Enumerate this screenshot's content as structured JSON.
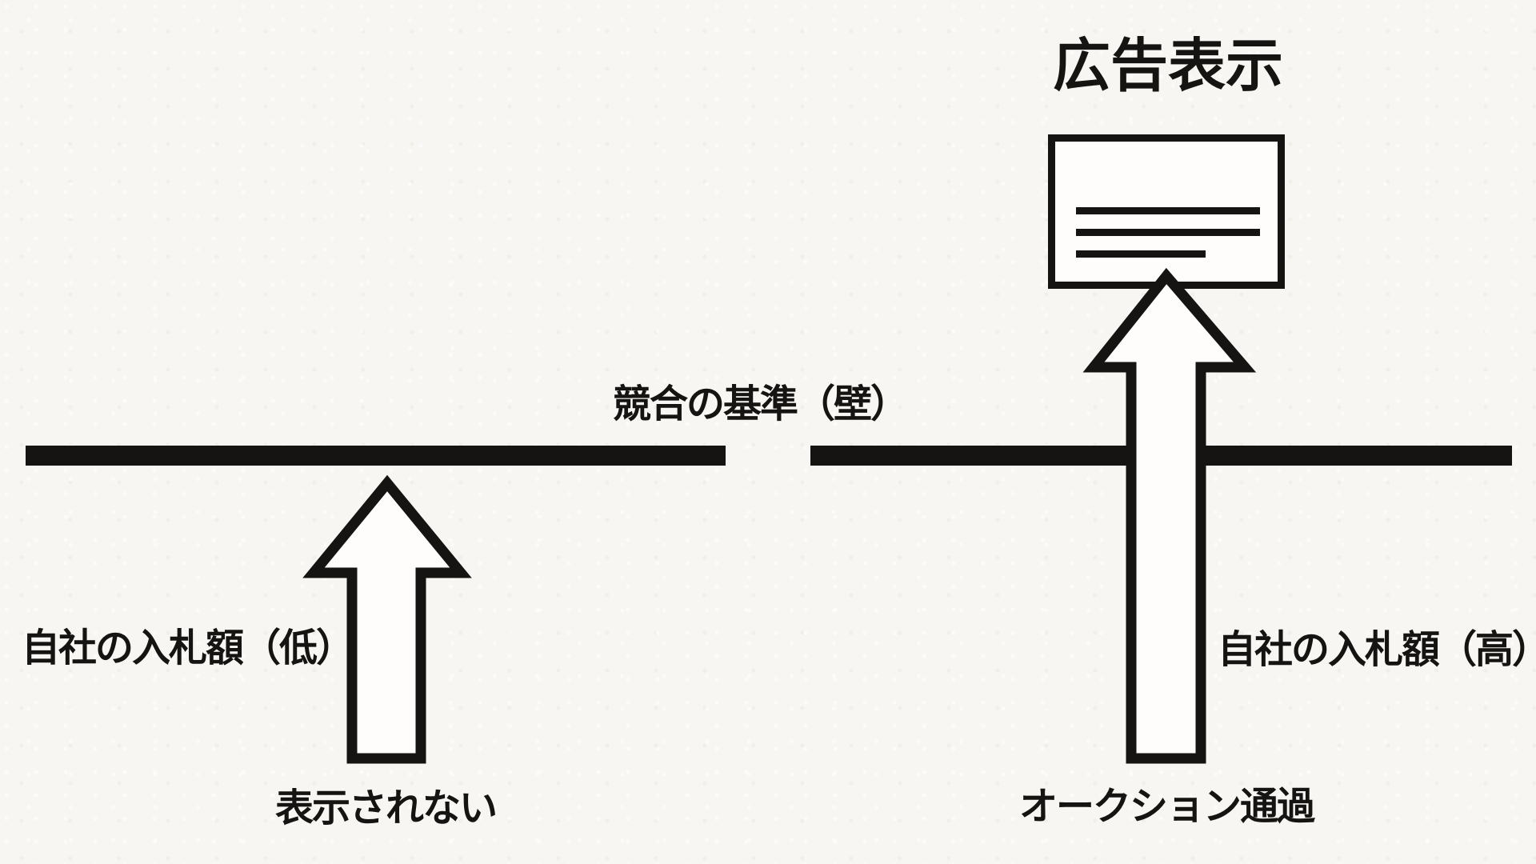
{
  "diagram": {
    "title": "広告表示",
    "wall_label": "競合の基準（壁）",
    "left_scenario": {
      "bid_label": "自社の入札額（低）",
      "outcome_label": "表示されない"
    },
    "right_scenario": {
      "bid_label": "自社の入札額（高）",
      "outcome_label": "オークション通過"
    },
    "icons": {
      "low_bid_arrow": "up-arrow-icon",
      "high_bid_arrow": "up-arrow-icon",
      "ad_box": "ad-display-box-icon"
    },
    "colors": {
      "background": "#f8f6f2",
      "ink": "#161412",
      "shape_fill": "#fefdfc"
    }
  }
}
